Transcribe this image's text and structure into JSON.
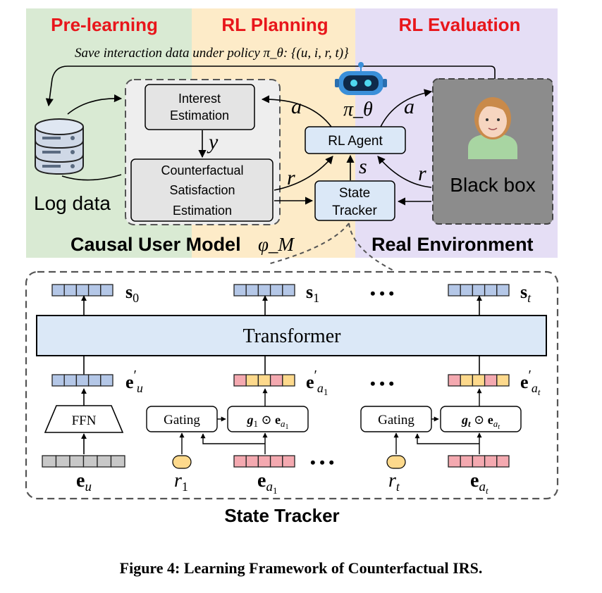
{
  "top": {
    "sections": {
      "pre_learning": "Pre-learning",
      "rl_planning": "RL Planning",
      "rl_evaluation": "RL Evaluation"
    },
    "save_caption_text": "Save interaction data under policy ",
    "save_caption_formula": "π_θ: {(u, i, r, t)}",
    "interest_estimation": [
      "Interest",
      "Estimation"
    ],
    "counterfactual_estimation": [
      "Counterfactual",
      "Satisfaction",
      "Estimation"
    ],
    "rl_agent": "RL Agent",
    "state_tracker_box": [
      "State",
      "Tracker"
    ],
    "black_box": "Black box",
    "log_data": "Log data",
    "causal_user_model": "Causal User Model",
    "causal_user_model_symbol": "φ_M",
    "real_environment": "Real Environment",
    "policy_symbol": "π_θ",
    "arrow_labels": {
      "a_left": "a",
      "a_right": "a",
      "y": "y",
      "r_left": "r",
      "r_right": "r",
      "s": "s"
    }
  },
  "tracker": {
    "transformer": "Transformer",
    "outputs": [
      "s_0",
      "s_1",
      "s_t"
    ],
    "embeddings": [
      "e'_u",
      "e'_{a_1}",
      "e'_{a_t}"
    ],
    "ffn": "FFN",
    "gating": "Gating",
    "gate_products": [
      "g_1 ⊙ e_{a_1}",
      "g_t ⊙ e_{a_t}"
    ],
    "rewards": [
      "r_1",
      "r_t"
    ],
    "inputs": [
      "e_u",
      "e_{a_1}",
      "e_{a_t}"
    ],
    "ellipsis": "• • •",
    "title": "State Tracker"
  },
  "caption": "Figure 4: Learning Framework of Counterfactual IRS.",
  "colors": {
    "pre_learning_bg": "#d9ead3",
    "rl_planning_bg": "#fdebc8",
    "rl_evaluation_bg": "#e5def5",
    "section_title": "#e8161b",
    "transformer_bg": "#dbe8f7",
    "blue_cell": "#b4c7e7",
    "pink_cell": "#f4a9b0",
    "yellow_cell": "#fdd98c",
    "gray_cell": "#c8c8c8",
    "black_box_bg": "#8c8c8c"
  },
  "icons": [
    "database-icon",
    "robot-icon",
    "person-avatar-icon"
  ]
}
